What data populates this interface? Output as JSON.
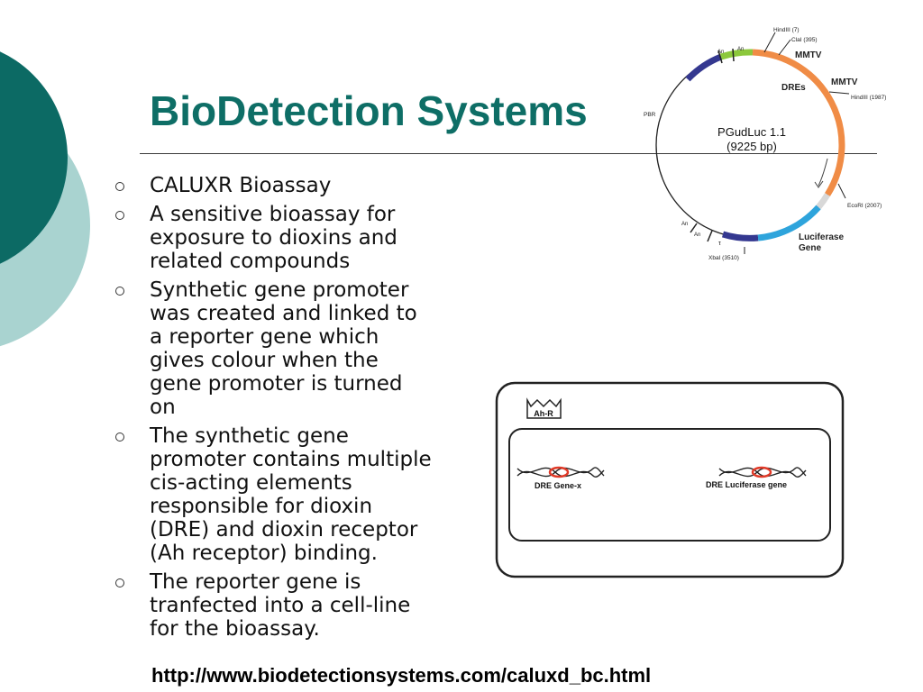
{
  "slide": {
    "title": "BioDetection Systems",
    "footer_url": "http://www.biodetectionsystems.com/caluxd_bc.html"
  },
  "bullets": [
    {
      "lines": [
        "CALUXR Bioassay"
      ]
    },
    {
      "lines": [
        "A sensitive bioassay for",
        "exposure to dioxins and",
        "related compounds"
      ]
    },
    {
      "lines": [
        "Synthetic gene promoter",
        "was created and linked to",
        "a reporter gene which",
        "gives colour when the",
        "gene promoter is turned",
        "on"
      ]
    },
    {
      "lines": [
        "The synthetic gene",
        "promoter contains multiple",
        "cis-acting elements",
        "responsible for dioxin",
        "(DRE) and dioxin receptor",
        "(Ah receptor) binding."
      ]
    },
    {
      "lines": [
        "The reporter gene is",
        "tranfected into a cell-line",
        "for the bioassay."
      ]
    }
  ],
  "plasmid": {
    "name": "PGudLuc 1.1",
    "size": "(9225 bp)",
    "labels": {
      "hindiii_7": "HindIII (7)",
      "clai": "ClaI (395)",
      "mmtv_top": "MMTV",
      "dres": "DREs",
      "mmtv_right": "MMTV",
      "hindiii_1987": "HindIII (1987)",
      "pbr": "PBR",
      "ecori": "EcoRI (2007)",
      "luciferase_1": "Luciferase",
      "luciferase_2": "Gene",
      "xbai": "XbaI (3510)",
      "an_1": "An",
      "an_2": "An",
      "an_3": "An",
      "an_4": "An",
      "tau": "τ"
    }
  },
  "cell_diagram": {
    "receptor_label": "Ah-R",
    "gene_left": "DRE Gene-x",
    "gene_right": "DRE Luciferase gene"
  },
  "colors": {
    "title": "#0e6e66",
    "dark_teal": "#0c6a64",
    "light_teal": "#a9d3d0",
    "plasmid_orange": "#f08c46",
    "plasmid_blue": "#2ea4dc",
    "plasmid_navy": "#343890",
    "plasmid_green": "#8cc83c",
    "dre_red": "#e03a28"
  }
}
